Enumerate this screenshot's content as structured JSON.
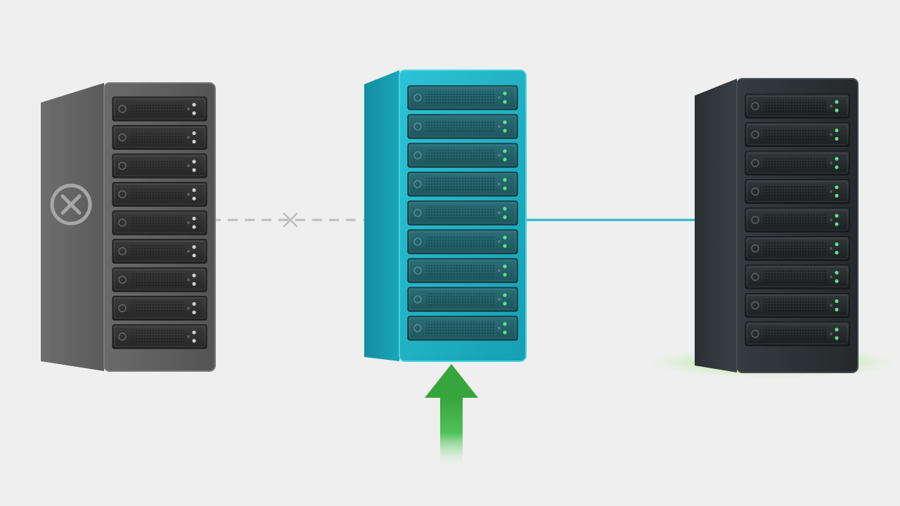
{
  "servers": [
    {
      "id": "failed",
      "state": "offline",
      "units": 9,
      "led_color": "#cfcfcf",
      "status_icon": "x-circle-icon"
    },
    {
      "id": "active",
      "state": "active",
      "units": 9,
      "led_color": "#5fe08a",
      "status_icon": ""
    },
    {
      "id": "standby",
      "state": "online",
      "units": 9,
      "led_color": "#5fe08a",
      "status_icon": "",
      "glow_color": "#6fe04a"
    }
  ],
  "links": [
    {
      "from": "failed",
      "to": "active",
      "style": "dashed",
      "broken": true,
      "color": "#bcbcbc",
      "icon": "x-icon"
    },
    {
      "from": "active",
      "to": "standby",
      "style": "solid",
      "broken": false,
      "color": "#24b8c8"
    }
  ],
  "arrow": {
    "direction": "up",
    "target": "active",
    "color": "#3aa63a",
    "icon": "up-arrow-icon"
  },
  "colors": {
    "background": "#efefef",
    "failed_body": "#5c5c5c",
    "active_body": "#1fb1c4",
    "standby_body": "#2c3236"
  }
}
